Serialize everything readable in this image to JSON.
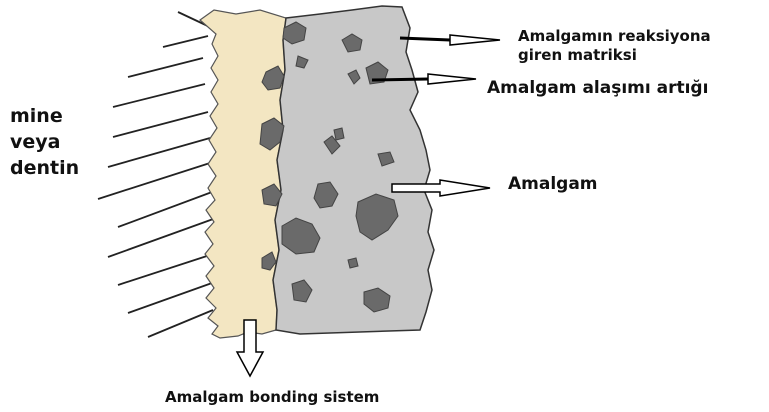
{
  "labels": {
    "matrix_line1": "Amalgamın reaksiyona",
    "matrix_line2": "giren matriksi",
    "alloy_residue": "Amalgam alaşımı artığı",
    "amalgam": "Amalgam",
    "enamel_line1": "mine",
    "enamel_line2": "veya",
    "enamel_line3": "dentin",
    "bonding_system": "Amalgam bonding sistem"
  },
  "colors": {
    "amalgam_fill": "#c8c8c8",
    "particle_fill": "#6a6a6a",
    "bonding_fill": "#f3e6c2",
    "outline": "#333333",
    "text": "#111111"
  }
}
